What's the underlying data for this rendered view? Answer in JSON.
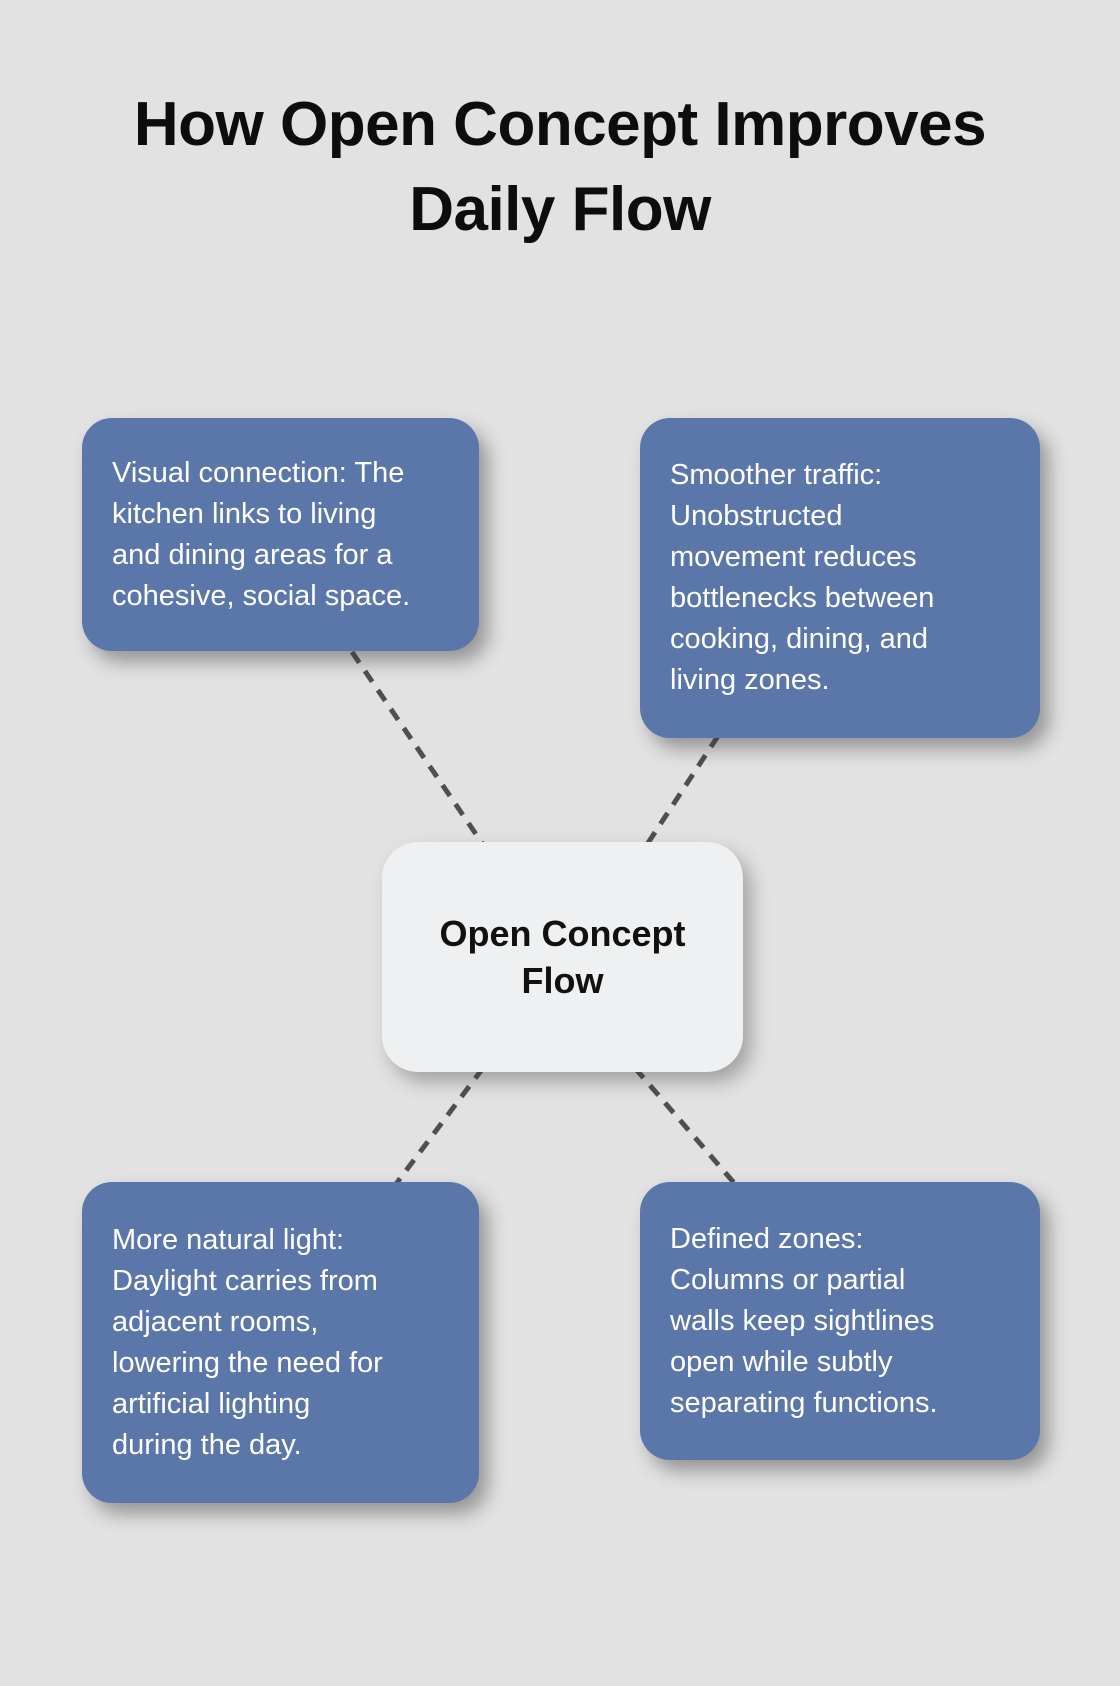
{
  "title": "How Open Concept Improves\nDaily Flow",
  "center_node": {
    "label": "Open Concept\nFlow"
  },
  "cards": [
    {
      "id": "visual-connection",
      "text": "Visual connection: The\nkitchen links to living\nand dining areas for a\ncohesive, social space."
    },
    {
      "id": "smoother-traffic",
      "text": "Smoother traffic:\nUnobstructed\nmovement reduces\nbottlenecks between\ncooking, dining, and\nliving zones."
    },
    {
      "id": "more-natural-light",
      "text": "More natural light:\nDaylight carries from\nadjacent rooms,\nlowering the need for\nartificial lighting\nduring the day."
    },
    {
      "id": "defined-zones",
      "text": "Defined zones:\nColumns or partial\nwalls keep sightlines\nopen while subtly\nseparating functions."
    }
  ],
  "colors": {
    "background": "#e1e2e1",
    "node_fill": "#5b76a9",
    "node_text": "#ffffff",
    "center_fill": "#eff0f1",
    "center_text": "#111111",
    "title_text": "#0d0d0d",
    "connector": "#4f4f4f"
  }
}
